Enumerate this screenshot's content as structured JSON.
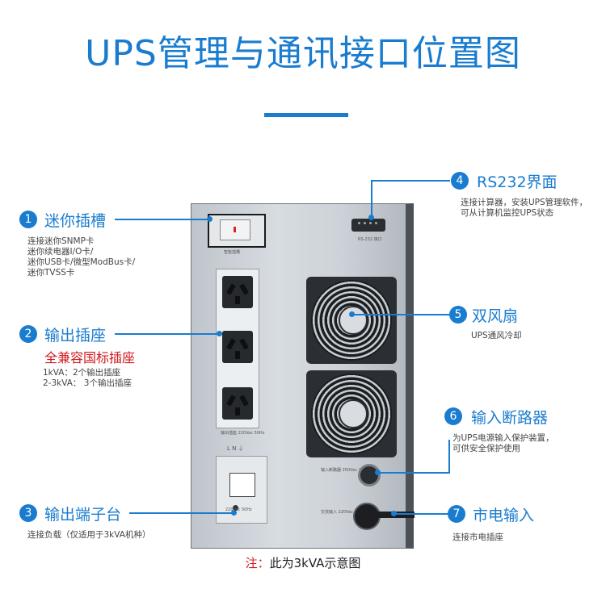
{
  "title": "UPS管理与通讯接口位置图",
  "callouts": [
    {
      "number": "1",
      "label": "迷你插槽",
      "lines": [
        "连接迷你SNMP卡",
        "迷你续电器I/O卡/",
        "迷你USB卡/微型ModBus卡/",
        "迷你TVSS卡"
      ]
    },
    {
      "number": "2",
      "label": "输出插座",
      "sublabel": "全兼容国标插座",
      "lines": [
        "1kVA：2个输出插座",
        "2-3kVA： 3个输出插座"
      ]
    },
    {
      "number": "3",
      "label": "输出端子台",
      "lines": [
        "连接负载（仅适用于3kVA机种）"
      ]
    },
    {
      "number": "4",
      "label": "RS232界面",
      "lines": [
        "连接计算器，安装UPS管理软件，",
        "可从计算机监控UPS状态"
      ]
    },
    {
      "number": "5",
      "label": "双风扇",
      "lines": [
        "UPS通风冷却"
      ]
    },
    {
      "number": "6",
      "label": "输入断路器",
      "lines": [
        "为UPS电源输入保护装置，",
        "可供安全保护使用"
      ]
    },
    {
      "number": "7",
      "label": "市电输入",
      "lines": [
        "连接市电插座"
      ]
    }
  ],
  "device_labels": {
    "slot": "智能插槽",
    "rs232": "RS-232 接口",
    "output_rating": "输出插座 220Vac 50Hz",
    "terminal_marks": "L   N   ⏚",
    "terminal_rating": "220Vac 50Hz",
    "breaker_rating": "输入断路器 250Vac 20A",
    "input_rating": "交流输入 220Vac 50Hz"
  },
  "note": {
    "prefix": "注：",
    "text": "此为3kVA示意图"
  }
}
